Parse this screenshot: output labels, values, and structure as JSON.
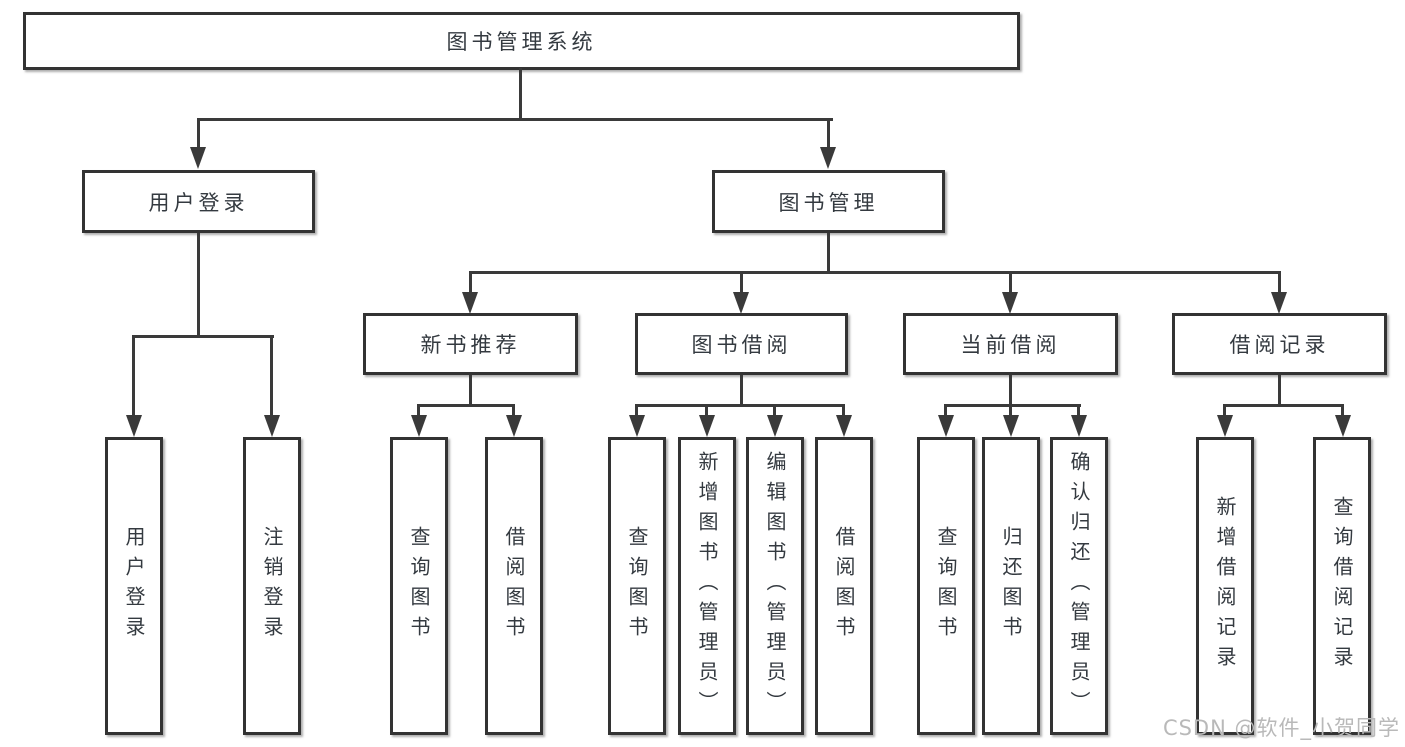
{
  "diagram": {
    "root": {
      "label": "图书管理系统"
    },
    "branches": {
      "user_login": {
        "label": "用户登录",
        "children": {
          "login": {
            "label": "用户登录"
          },
          "logout": {
            "label": "注销登录"
          }
        }
      },
      "book_management": {
        "label": "图书管理",
        "children": {
          "new_book_recommend": {
            "label": "新书推荐",
            "children": {
              "query_books": {
                "label": "查询图书"
              },
              "borrow_books": {
                "label": "借阅图书"
              }
            }
          },
          "book_borrowing": {
            "label": "图书借阅",
            "children": {
              "query_books": {
                "label": "查询图书"
              },
              "add_books_admin": {
                "label": "新增图书（管理员）"
              },
              "edit_books_admin": {
                "label": "编辑图书（管理员）"
              },
              "borrow_books": {
                "label": "借阅图书"
              }
            }
          },
          "current_borrowing": {
            "label": "当前借阅",
            "children": {
              "query_books": {
                "label": "查询图书"
              },
              "return_books": {
                "label": "归还图书"
              },
              "confirm_return_admin": {
                "label": "确认归还（管理员）"
              }
            }
          },
          "borrowing_records": {
            "label": "借阅记录",
            "children": {
              "add_record": {
                "label": "新增借阅记录"
              },
              "query_record": {
                "label": "查询借阅记录"
              }
            }
          }
        }
      }
    }
  },
  "watermark": {
    "text": "CSDN @软件_小贺同学"
  },
  "colors": {
    "line": "#3a3a3a",
    "box_border": "#333333",
    "text": "#343a40",
    "watermark": "#b9b9b9",
    "background": "#ffffff"
  }
}
